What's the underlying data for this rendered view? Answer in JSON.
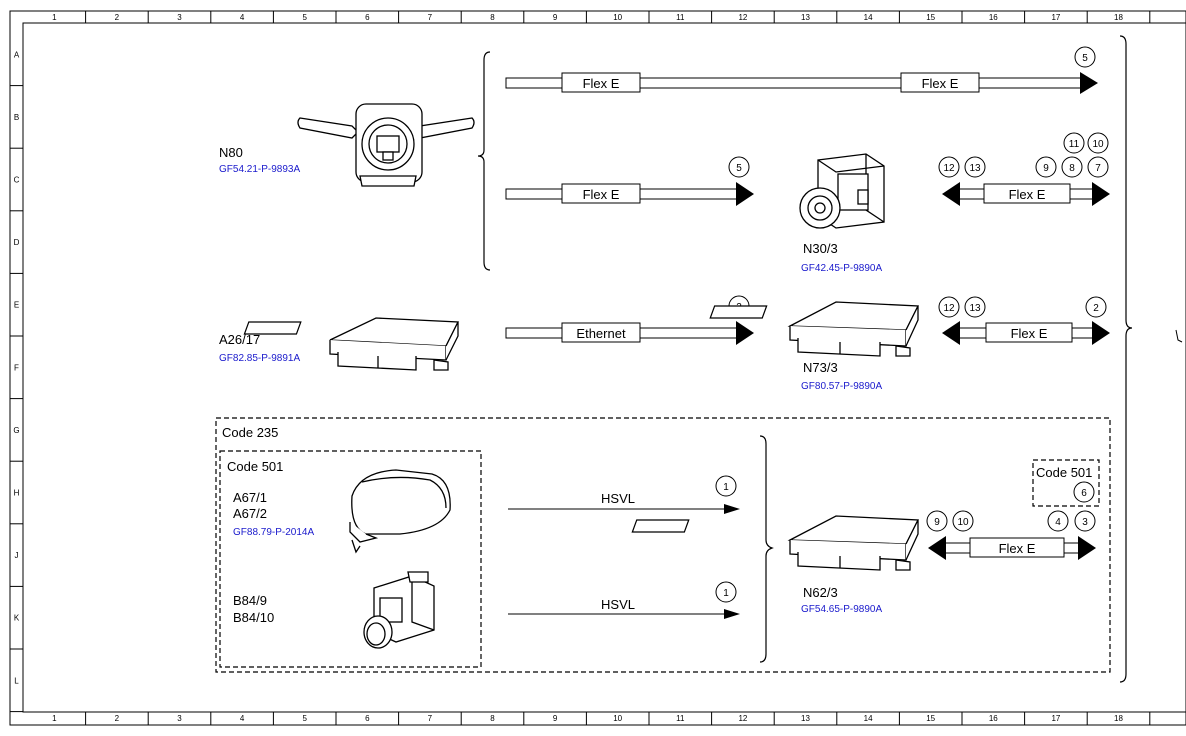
{
  "ruler": {
    "columns": [
      "1",
      "2",
      "3",
      "4",
      "5",
      "6",
      "7",
      "8",
      "9",
      "10",
      "11",
      "12",
      "13",
      "14",
      "15",
      "16",
      "17",
      "18"
    ],
    "rows": [
      "A",
      "B",
      "C",
      "D",
      "E",
      "F",
      "G",
      "H",
      "J",
      "K",
      "L"
    ]
  },
  "components": {
    "n80": {
      "name": "N80",
      "ref": "GF54.21-P-9893A"
    },
    "n30_3": {
      "name": "N30/3",
      "ref": "GF42.45-P-9890A"
    },
    "a26_17": {
      "name": "A26/17",
      "ref": "GF82.85-P-9891A"
    },
    "n73_3": {
      "name": "N73/3",
      "ref": "GF80.57-P-9890A"
    },
    "a67": {
      "name1": "A67/1",
      "name2": "A67/2",
      "ref": "GF88.79-P-2014A"
    },
    "b84": {
      "name1": "B84/9",
      "name2": "B84/10"
    },
    "n62_3": {
      "name": "N62/3",
      "ref": "GF54.65-P-9890A"
    }
  },
  "codes": {
    "outer": "Code 235",
    "inner": "Code 501",
    "right": "Code 501"
  },
  "buses": {
    "top_left": "Flex E",
    "top_right": "Flex E",
    "n80_out": "Flex E",
    "n30_bidir": "Flex E",
    "ethernet": "Ethernet",
    "n73_bidir": "Flex E",
    "hsvl_1": "HSVL",
    "hsvl_2": "HSVL",
    "n62_bidir": "Flex E"
  },
  "markers": {
    "top_arrow": "5",
    "n80_arrow": "5",
    "n30_m11": "11",
    "n30_m10": "10",
    "n30_m12": "12",
    "n30_m13": "13",
    "n30_m9": "9",
    "n30_m8": "8",
    "n30_m7": "7",
    "eth_arrow": "2",
    "n73_m12": "12",
    "n73_m13": "13",
    "n73_m2": "2",
    "hsvl1_arrow": "1",
    "hsvl2_arrow": "1",
    "code501_m6": "6",
    "n62_m9": "9",
    "n62_m10": "10",
    "n62_m4": "4",
    "n62_m3": "3"
  }
}
